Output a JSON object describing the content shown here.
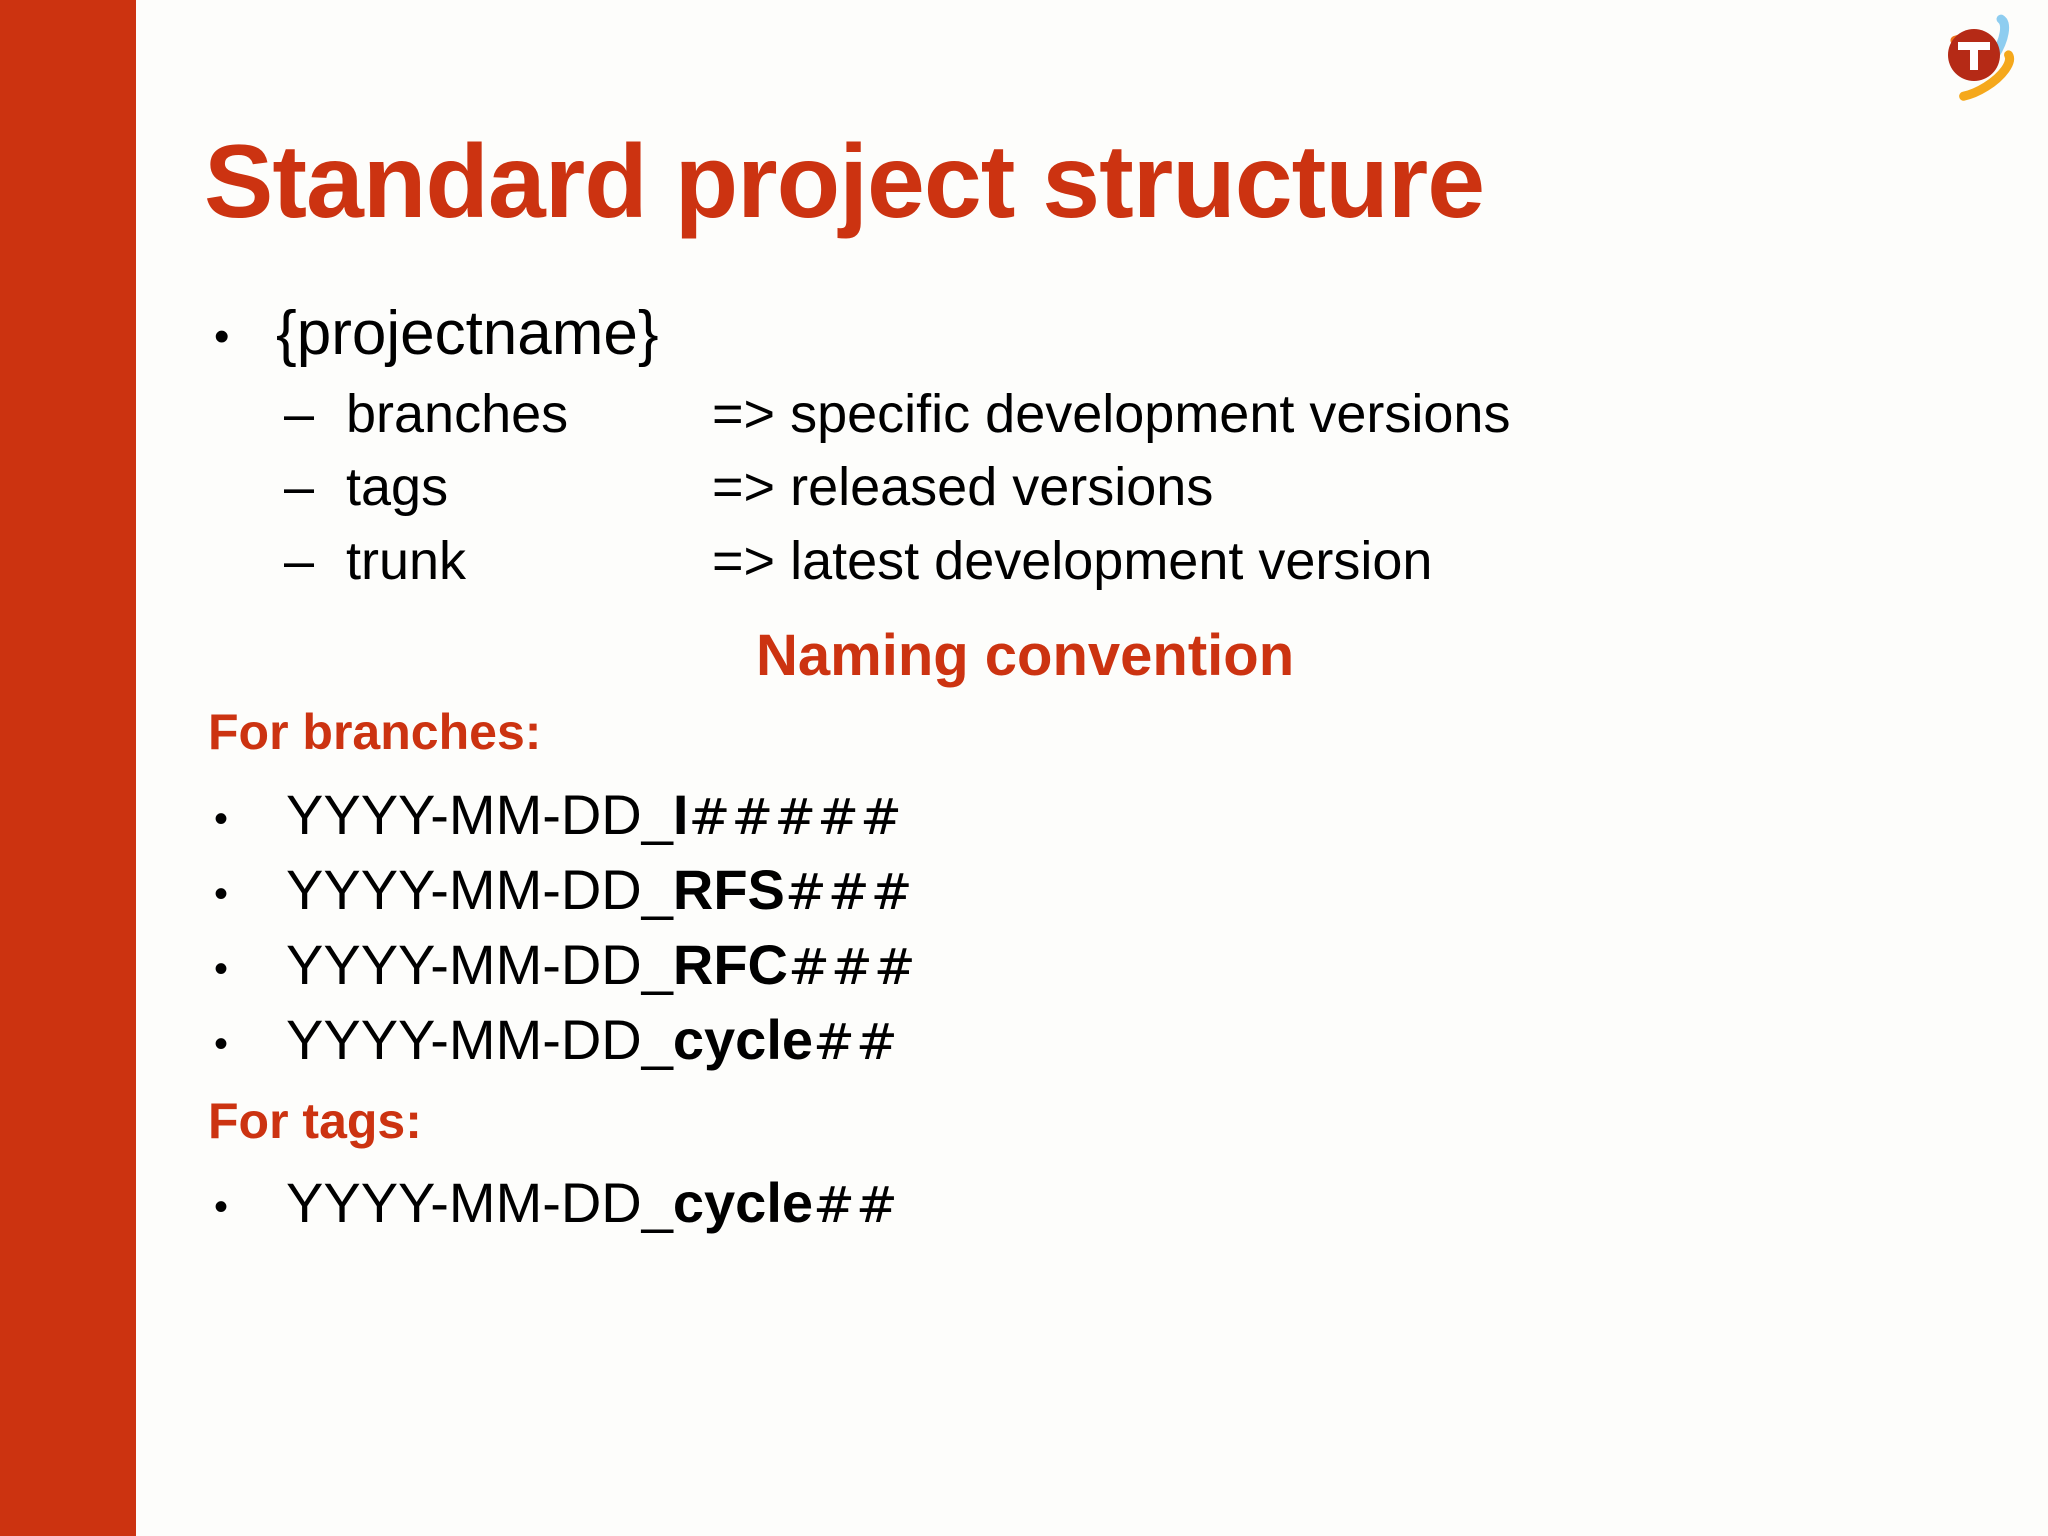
{
  "slide": {
    "title": "Standard project structure",
    "accent_color": "#cc3310",
    "title_color": "#cc3311",
    "background_color": "#fdfdfb",
    "logo": {
      "name": "company-t-logo",
      "letter": "T",
      "circle_color": "#b52a16",
      "swoosh_orange": "#f07818",
      "swoosh_yellow": "#f5a81c",
      "swoosh_blue": "#8ecdf0"
    }
  },
  "outline": {
    "bullet_glyph": "•",
    "dash_glyph": "–",
    "root": "{projectname}",
    "children": [
      {
        "name": "branches",
        "arrow": "=>",
        "description": "specific development versions"
      },
      {
        "name": "tags",
        "arrow": "=>",
        "description": "released versions"
      },
      {
        "name": "trunk",
        "arrow": "=>",
        "description": "latest development version"
      }
    ]
  },
  "naming": {
    "heading": "Naming convention",
    "branches_label": "For branches:",
    "branches_patterns": [
      {
        "prefix": "YYYY-MM-DD_",
        "token": "I",
        "hashes": "#####"
      },
      {
        "prefix": "YYYY-MM-DD_",
        "token": "RFS",
        "hashes": "###"
      },
      {
        "prefix": "YYYY-MM-DD_",
        "token": "RFC",
        "hashes": "###"
      },
      {
        "prefix": "YYYY-MM-DD_",
        "token": "cycle",
        "hashes": "##"
      }
    ],
    "tags_label": "For tags:",
    "tags_patterns": [
      {
        "prefix": "YYYY-MM-DD_",
        "token": "cycle",
        "hashes": "##"
      }
    ]
  }
}
